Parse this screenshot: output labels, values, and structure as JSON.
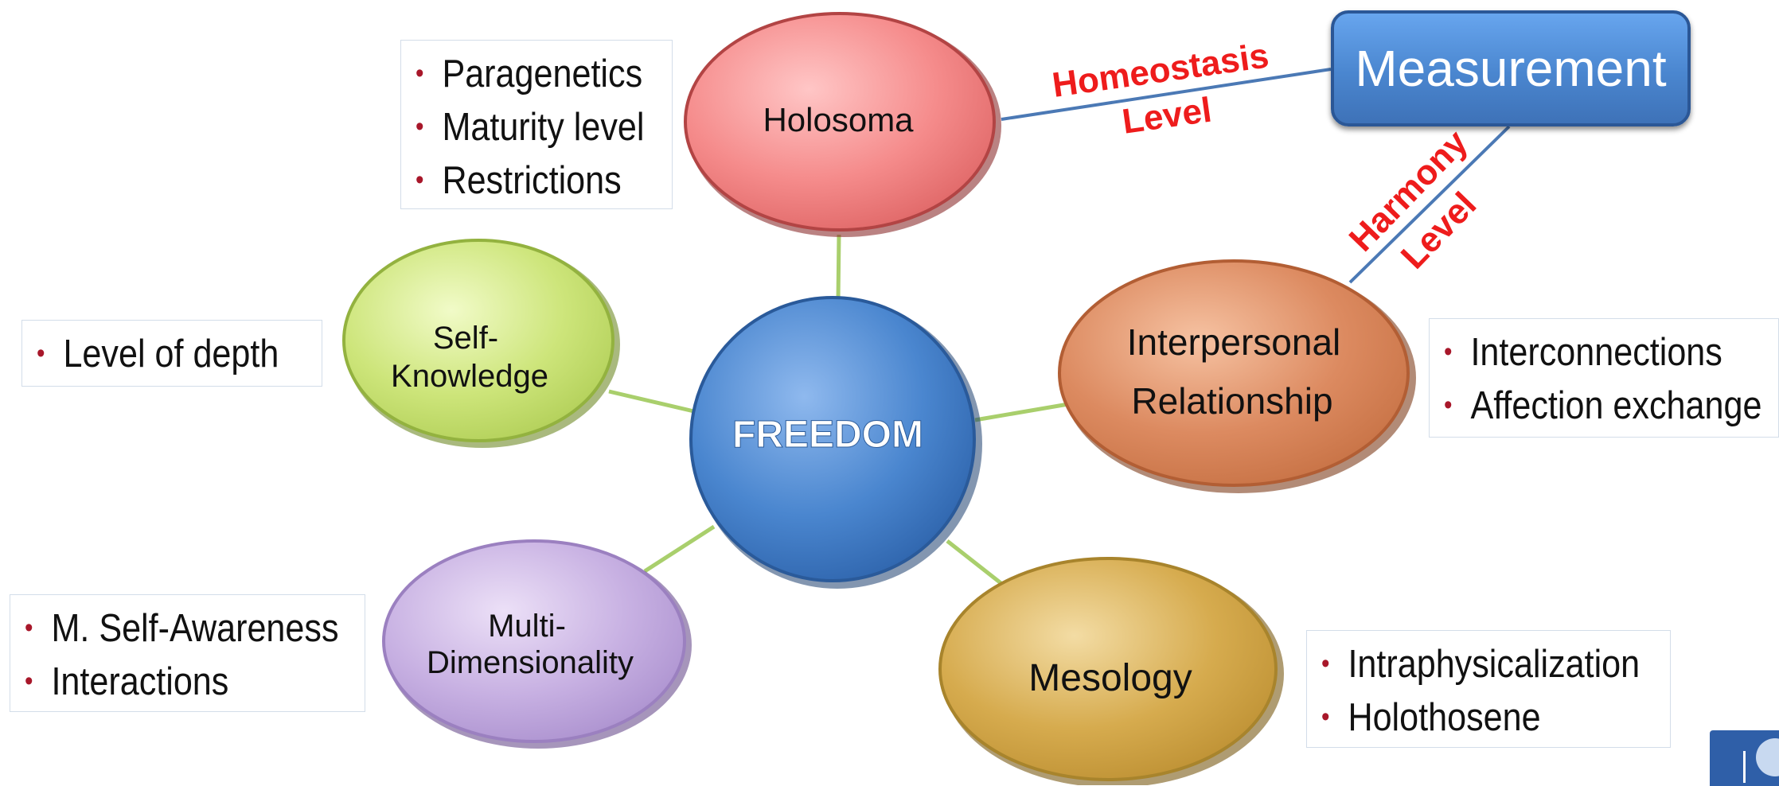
{
  "center": {
    "label": "FREEDOM"
  },
  "nodes": {
    "holosoma": {
      "label": "Holosoma"
    },
    "self_knowledge": {
      "line1": "Self-",
      "line2": "Knowledge"
    },
    "interpersonal": {
      "line1": "Interpersonal",
      "line2": "Relationship"
    },
    "multi": {
      "line1": "Multi-",
      "line2": "Dimensionality"
    },
    "mesology": {
      "label": "Mesology"
    }
  },
  "measurement": {
    "label": "Measurement"
  },
  "connector_labels": {
    "homeostasis": {
      "line1": "Homeostasis",
      "line2": "Level"
    },
    "harmony": {
      "line1": "Harmony",
      "line2": "Level"
    }
  },
  "bullets": {
    "holosoma": [
      "Paragenetics",
      "Maturity level",
      "Restrictions"
    ],
    "self_knowledge": [
      "Level of depth"
    ],
    "interpersonal": [
      "Interconnections",
      "Affection exchange"
    ],
    "multi": [
      "M. Self-Awareness",
      "Interactions"
    ],
    "mesology": [
      "Intraphysicalization",
      "Holothosene"
    ]
  },
  "colors": {
    "center": "#4a86cf",
    "holosoma": "#f08080",
    "self_knowledge": "#c8e26e",
    "interpersonal": "#d8845a",
    "multi": "#c3ace0",
    "mesology": "#d3a94c",
    "connector": "#a9cf6c",
    "measurement_line": "#4b79b5",
    "level_text": "#ee1c1c",
    "bullet": "#a8172a"
  }
}
